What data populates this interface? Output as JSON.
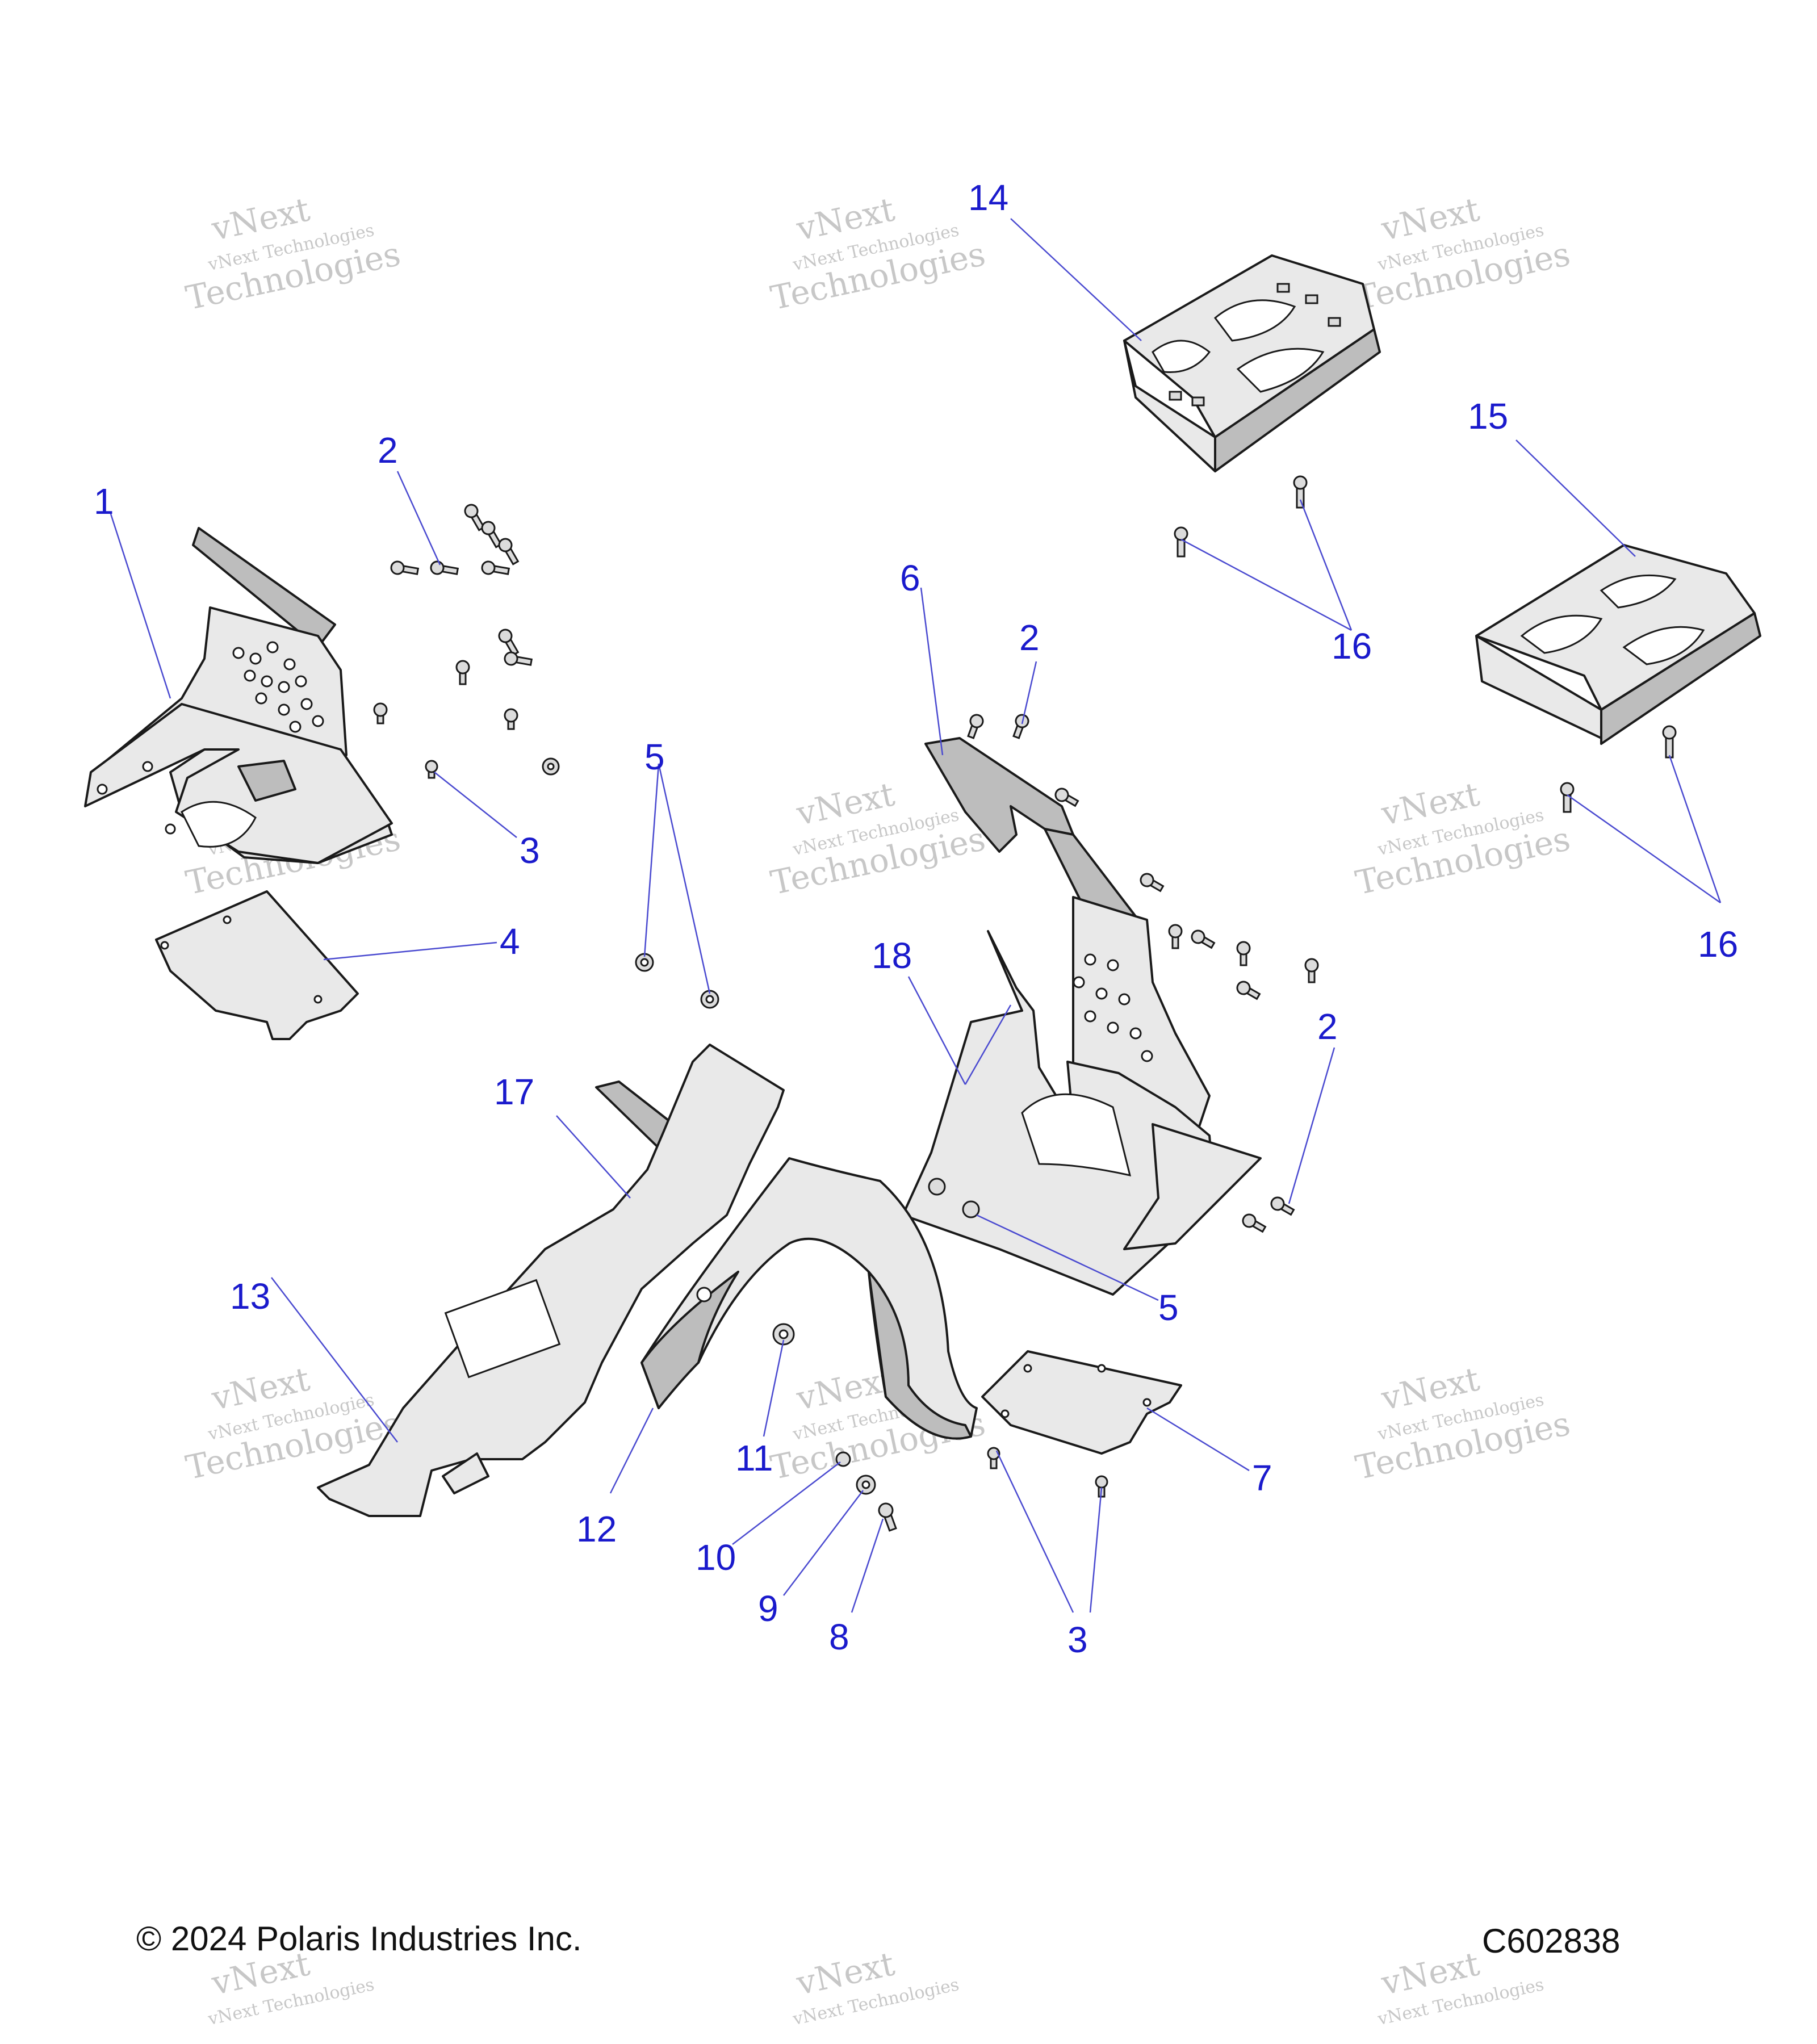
{
  "footer": {
    "copyright": "© 2024 Polaris Industries Inc.",
    "figure_id": "C602838"
  },
  "watermark": {
    "line1": "vNext",
    "line2": "vNext Technologies",
    "line3": "Technologies"
  },
  "callouts": {
    "c1": "1",
    "c2a": "2",
    "c2b": "2",
    "c2c": "2",
    "c3a": "3",
    "c3b": "3",
    "c4": "4",
    "c5a": "5",
    "c5b": "5",
    "c6": "6",
    "c7": "7",
    "c8": "8",
    "c9": "9",
    "c10": "10",
    "c11": "11",
    "c12": "12",
    "c13": "13",
    "c14": "14",
    "c15": "15",
    "c16a": "16",
    "c16b": "16",
    "c17": "17",
    "c18": "18"
  },
  "colors": {
    "callout": "#1a1acc",
    "leader": "#4a4ad0",
    "part_fill": "#e9e9e9",
    "outline": "#1a1a1a"
  }
}
